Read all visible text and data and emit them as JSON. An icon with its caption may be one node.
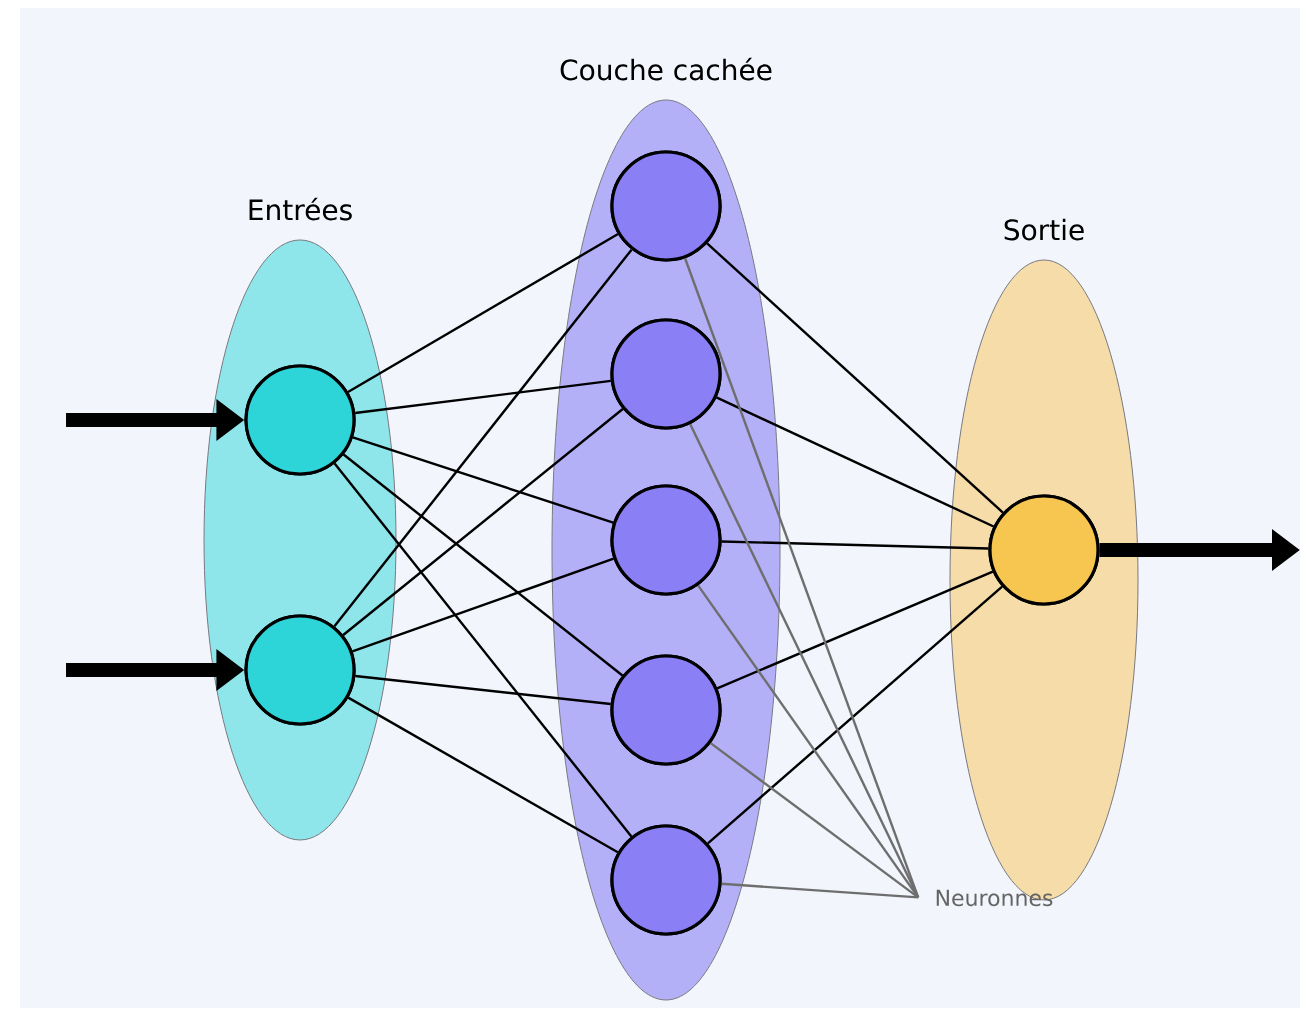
{
  "diagram": {
    "nodes": [
      {
        "text": [
          "Entrées"
        ]
      },
      {
        "text": [
          "Couche cachée"
        ]
      },
      {
        "text": [
          "Sortie"
        ]
      },
      {
        "text": [],
        "shape": "circle",
        "in": 0
      },
      {
        "text": [],
        "shape": "circle",
        "in": 0
      },
      {
        "text": [],
        "shape": "circle",
        "in": 1
      },
      {
        "text": [],
        "shape": "circle",
        "in": 1
      },
      {
        "text": [],
        "shape": "circle",
        "in": 1
      },
      {
        "text": [],
        "shape": "circle",
        "in": 1
      },
      {
        "text": [],
        "shape": "circle",
        "in": 1
      },
      {
        "text": [],
        "shape": "circle",
        "in": 2
      },
      {
        "text": [
          "Neuronnes"
        ]
      }
    ],
    "edges": [
      {
        "from": null,
        "to": 3,
        "arrow": "to",
        "style": "thick"
      },
      {
        "from": null,
        "to": 4,
        "arrow": "to",
        "style": "thick"
      },
      {
        "from": 3,
        "to": 5,
        "arrow": "none"
      },
      {
        "from": 3,
        "to": 6,
        "arrow": "none"
      },
      {
        "from": 3,
        "to": 7,
        "arrow": "none"
      },
      {
        "from": 3,
        "to": 8,
        "arrow": "none"
      },
      {
        "from": 3,
        "to": 9,
        "arrow": "none"
      },
      {
        "from": 4,
        "to": 5,
        "arrow": "none"
      },
      {
        "from": 4,
        "to": 6,
        "arrow": "none"
      },
      {
        "from": 4,
        "to": 7,
        "arrow": "none"
      },
      {
        "from": 4,
        "to": 8,
        "arrow": "none"
      },
      {
        "from": 4,
        "to": 9,
        "arrow": "none"
      },
      {
        "from": 5,
        "to": 10,
        "arrow": "none"
      },
      {
        "from": 6,
        "to": 10,
        "arrow": "none"
      },
      {
        "from": 7,
        "to": 10,
        "arrow": "none"
      },
      {
        "from": 8,
        "to": 10,
        "arrow": "none"
      },
      {
        "from": 9,
        "to": 10,
        "arrow": "none"
      },
      {
        "from": 10,
        "to": null,
        "arrow": "to",
        "style": "thick"
      },
      {
        "from": 11,
        "to": 5,
        "arrow": "none",
        "color": "#6e6e6e"
      },
      {
        "from": 11,
        "to": 6,
        "arrow": "none",
        "color": "#6e6e6e"
      },
      {
        "from": 11,
        "to": 7,
        "arrow": "none",
        "color": "#6e6e6e"
      },
      {
        "from": 11,
        "to": 8,
        "arrow": "none",
        "color": "#6e6e6e"
      },
      {
        "from": 11,
        "to": 9,
        "arrow": "none",
        "color": "#6e6e6e"
      }
    ]
  }
}
